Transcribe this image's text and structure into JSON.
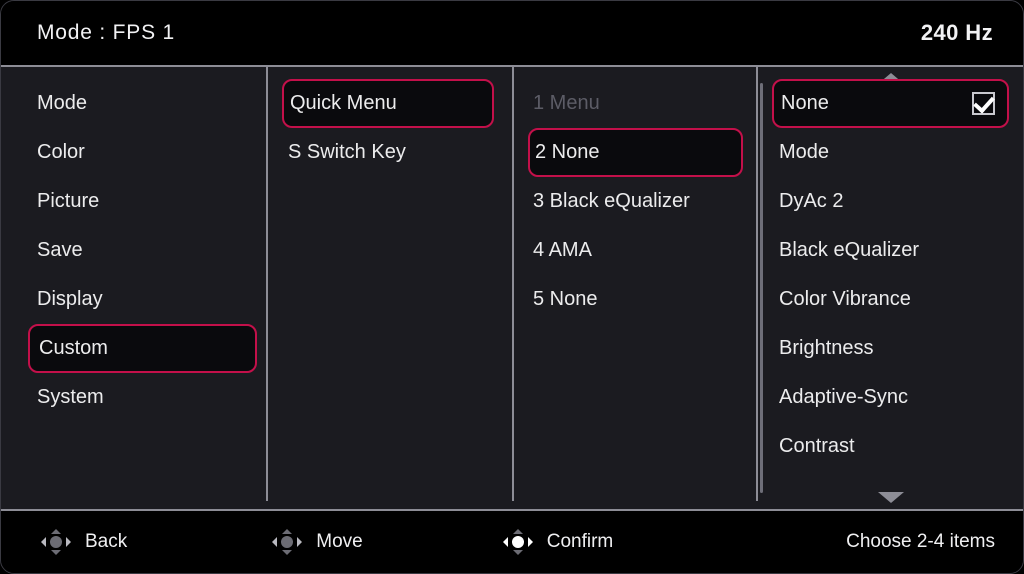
{
  "header": {
    "mode_label": "Mode : FPS 1",
    "refresh_rate": "240 Hz"
  },
  "colors": {
    "highlight_border": "#c3104a",
    "background": "#1b1b20",
    "header_background": "#000000",
    "text": "#ececed",
    "disabled_text": "#5c5c66",
    "divider": "#8d8d96"
  },
  "column_main": {
    "items": [
      {
        "label": "Mode",
        "selected": false
      },
      {
        "label": "Color",
        "selected": false
      },
      {
        "label": "Picture",
        "selected": false
      },
      {
        "label": "Save",
        "selected": false
      },
      {
        "label": "Display",
        "selected": false
      },
      {
        "label": "Custom",
        "selected": true
      },
      {
        "label": "System",
        "selected": false
      }
    ]
  },
  "column_submenu": {
    "items": [
      {
        "label": "Quick Menu",
        "selected": true
      },
      {
        "label": "S Switch Key",
        "selected": false
      }
    ]
  },
  "column_slots": {
    "items": [
      {
        "label": "1 Menu",
        "selected": false,
        "disabled": true
      },
      {
        "label": "2 None",
        "selected": true,
        "disabled": false
      },
      {
        "label": "3 Black eQualizer",
        "selected": false,
        "disabled": false
      },
      {
        "label": "4 AMA",
        "selected": false,
        "disabled": false
      },
      {
        "label": "5 None",
        "selected": false,
        "disabled": false
      }
    ]
  },
  "column_options": {
    "scroll_up_icon": "triangle-up-icon",
    "scroll_down_icon": "triangle-down-icon",
    "items": [
      {
        "label": "None",
        "selected": true,
        "checked": true
      },
      {
        "label": "Mode",
        "selected": false,
        "checked": false
      },
      {
        "label": "DyAc 2",
        "selected": false,
        "checked": false
      },
      {
        "label": "Black eQualizer",
        "selected": false,
        "checked": false
      },
      {
        "label": "Color Vibrance",
        "selected": false,
        "checked": false
      },
      {
        "label": "Brightness",
        "selected": false,
        "checked": false
      },
      {
        "label": "Adaptive-Sync",
        "selected": false,
        "checked": false
      },
      {
        "label": "Contrast",
        "selected": false,
        "checked": false
      }
    ]
  },
  "footer": {
    "hints": [
      {
        "label": "Back",
        "icon": "dpad-icon",
        "active": false
      },
      {
        "label": "Move",
        "icon": "dpad-icon",
        "active": false
      },
      {
        "label": "Confirm",
        "icon": "dpad-center-icon",
        "active": true
      }
    ],
    "note": "Choose 2-4 items"
  }
}
